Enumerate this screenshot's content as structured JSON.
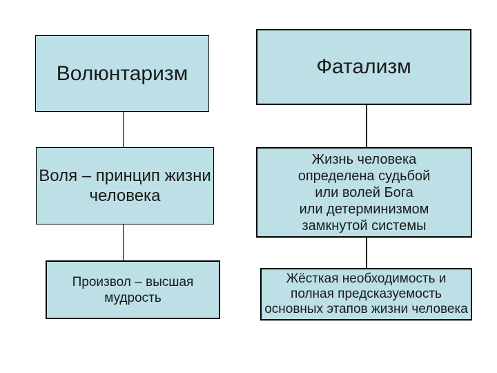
{
  "slide": {
    "background_color": "#ffffff",
    "box_fill_color": "#bce0e6",
    "box_border_color": "#000000",
    "text_color": "#1a1a1a",
    "connector_color": "#000000"
  },
  "boxes": [
    {
      "id": "voluntarism-title",
      "text": "Волюнтаризм"
    },
    {
      "id": "voluntarism-principle",
      "text": "Воля – принцип жизни\nчеловека"
    },
    {
      "id": "voluntarism-wisdom",
      "text": "Произвол – высшая\nмудрость"
    },
    {
      "id": "fatalism-title",
      "text": "Фатализм"
    },
    {
      "id": "fatalism-definition",
      "text": "Жизнь человека\nопределена судьбой\nили волей Бога\nили детерминизмом\nзамкнутой системы"
    },
    {
      "id": "fatalism-consequence",
      "text": "Жёсткая необходимость и\nполная предсказуемость\nосновных этапов жизни человека"
    }
  ],
  "columns": [
    {
      "name": "Волюнтаризм",
      "node_count": 3
    },
    {
      "name": "Фатализм",
      "node_count": 3
    }
  ]
}
